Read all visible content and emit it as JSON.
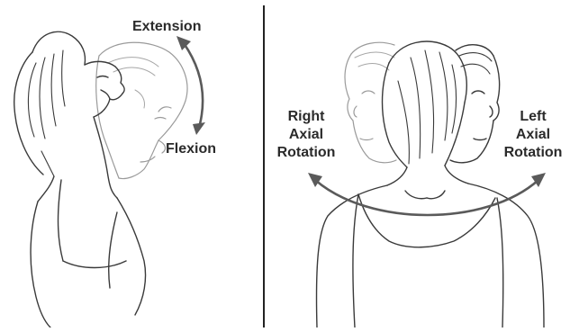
{
  "labels": {
    "extension": "Extension",
    "flexion": "Flexion",
    "right_axial_rotation": [
      "Right",
      "Axial",
      "Rotation"
    ],
    "left_axial_rotation": [
      "Left",
      "Axial",
      "Rotation"
    ]
  },
  "colors": {
    "line": "#3a3a3a",
    "ghost_line": "#9a9a9a",
    "arrow": "#5a5a5a",
    "divider": "#222222",
    "text": "#2b2b2b"
  }
}
